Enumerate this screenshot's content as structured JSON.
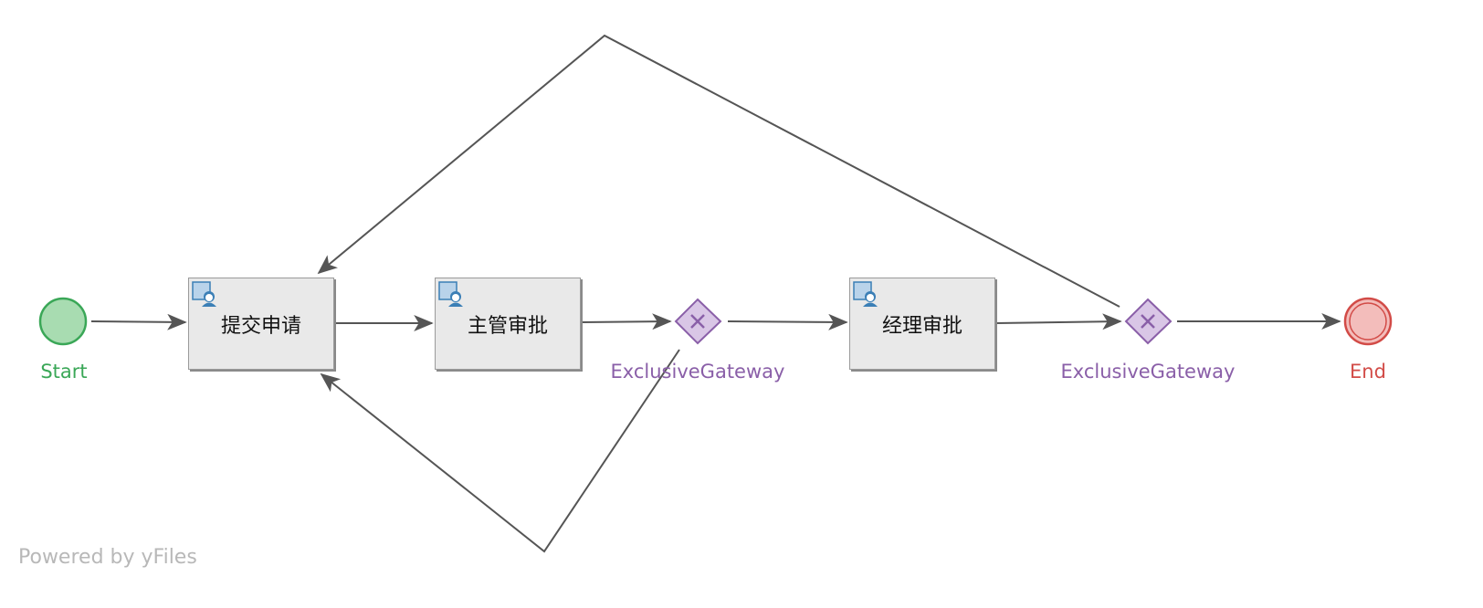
{
  "diagram": {
    "start_event": {
      "label": "Start",
      "color": "#3aa757",
      "fill": "#a8dcb1"
    },
    "end_event": {
      "label": "End",
      "color": "#d24b47",
      "fill": "#f3bdbb"
    },
    "tasks": [
      {
        "label": "提交申请",
        "icon": "user-task-icon"
      },
      {
        "label": "主管审批",
        "icon": "user-task-icon"
      },
      {
        "label": "经理审批",
        "icon": "user-task-icon"
      }
    ],
    "gateways": [
      {
        "label": "ExclusiveGateway",
        "icon": "x-icon"
      },
      {
        "label": "ExclusiveGateway",
        "icon": "x-icon"
      }
    ],
    "gateway_color": "#8a5fa8",
    "gateway_fill": "#d9c6e6",
    "edge_color": "#555555",
    "watermark": "Powered by yFiles"
  }
}
